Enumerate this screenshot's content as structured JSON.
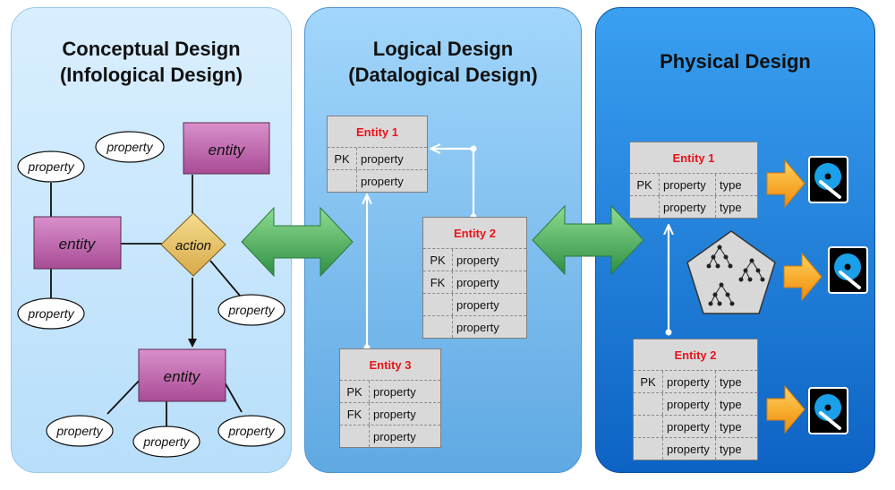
{
  "panels": {
    "conceptual": {
      "title1": "Conceptual Design",
      "title2": "(Infological Design)"
    },
    "logical": {
      "title1": "Logical Design",
      "title2": "(Datalogical Design)"
    },
    "physical": {
      "title1": "Physical Design"
    }
  },
  "er": {
    "entity": "entity",
    "action": "action",
    "property": "property"
  },
  "logical_tables": [
    {
      "name": "Entity 1",
      "rows": [
        {
          "key": "PK",
          "col": "property"
        },
        {
          "key": "",
          "col": "property"
        }
      ]
    },
    {
      "name": "Entity 2",
      "rows": [
        {
          "key": "PK",
          "col": "property"
        },
        {
          "key": "FK",
          "col": "property"
        },
        {
          "key": "",
          "col": "property"
        },
        {
          "key": "",
          "col": "property"
        }
      ]
    },
    {
      "name": "Entity 3",
      "rows": [
        {
          "key": "PK",
          "col": "property"
        },
        {
          "key": "FK",
          "col": "property"
        },
        {
          "key": "",
          "col": "property"
        }
      ]
    }
  ],
  "physical_tables": [
    {
      "name": "Entity 1",
      "rows": [
        {
          "key": "PK",
          "col": "property",
          "type": "type"
        },
        {
          "key": "",
          "col": "property",
          "type": "type"
        }
      ]
    },
    {
      "name": "Entity 2",
      "rows": [
        {
          "key": "PK",
          "col": "property",
          "type": "type"
        },
        {
          "key": "",
          "col": "property",
          "type": "type"
        },
        {
          "key": "",
          "col": "property",
          "type": "type"
        },
        {
          "key": "",
          "col": "property",
          "type": "type"
        }
      ]
    }
  ],
  "icons": {
    "transition_arrow": "double-arrow-icon",
    "disk": "hard-disk-icon",
    "index": "btree-index-icon",
    "storage_arrow": "right-arrow-icon"
  },
  "colors": {
    "entity_fill": "#b35aa0",
    "action_fill": "#e7c25f",
    "transition_arrow": "#3ea85a",
    "storage_arrow": "#f5a419",
    "key_header": "#e8141b"
  }
}
